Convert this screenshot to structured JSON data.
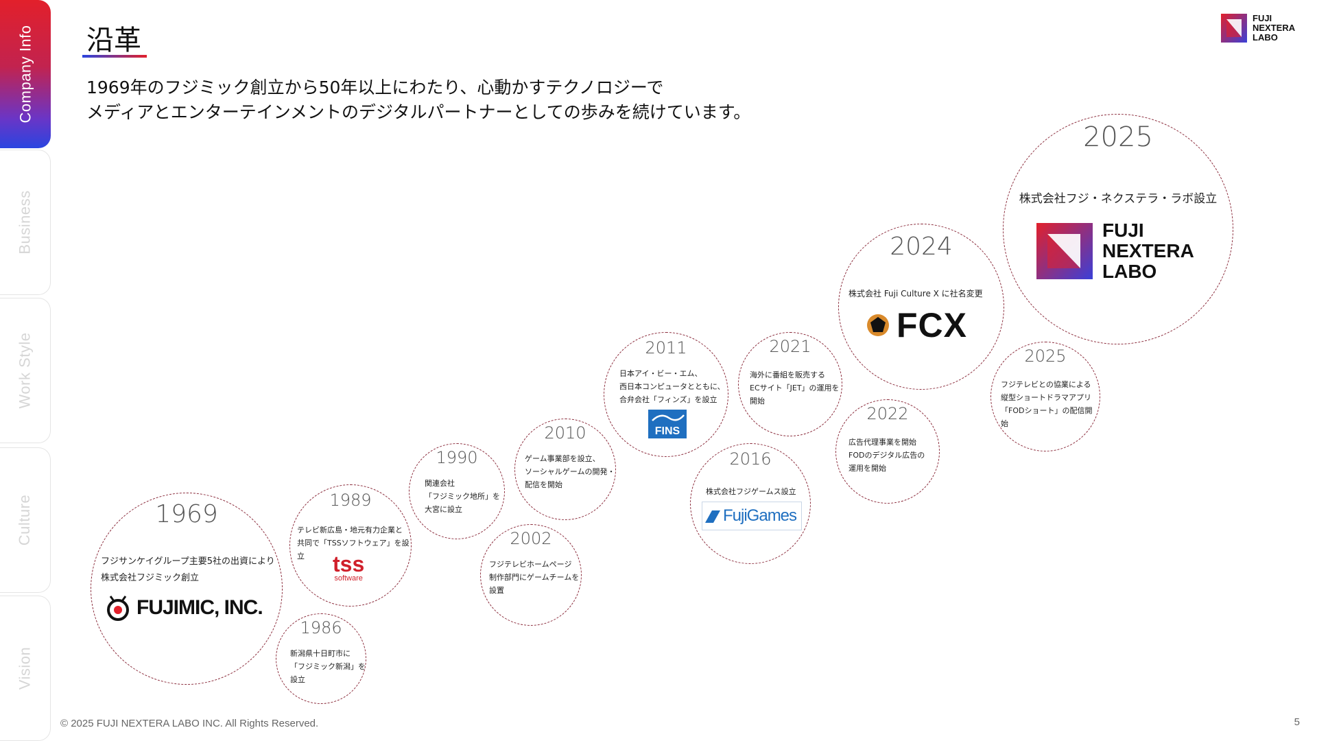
{
  "sidebar": {
    "tabs": [
      {
        "label": "Company Info",
        "active": true
      },
      {
        "label": "Business",
        "active": false
      },
      {
        "label": "Work Style",
        "active": false
      },
      {
        "label": "Culture",
        "active": false
      },
      {
        "label": "Vision",
        "active": false
      }
    ]
  },
  "header": {
    "title": "沿革",
    "lead_line1": "1969年のフジミック創立から50年以上にわたり、心動かすテクノロジーで",
    "lead_line2": "メディアとエンターテインメントのデジタルパートナーとしての歩みを続けています。",
    "logo_text": [
      "FUJI",
      "NEXTERA",
      "LABO"
    ]
  },
  "timeline": {
    "e1969": {
      "year": "1969",
      "l1": "フジサンケイグループ主要5社の出資により",
      "l2": "株式会社フジミック創立",
      "logo": "FUJIMIC, INC."
    },
    "e1986": {
      "year": "1986",
      "l1": "新潟県十日町市に",
      "l2": "「フジミック新潟」を",
      "l3": "設立"
    },
    "e1989": {
      "year": "1989",
      "l1": "テレビ新広島・地元有力企業と",
      "l2": "共同で「TSSソフトウェア」を設立",
      "logo_main": "tss",
      "logo_sub": "software"
    },
    "e1990": {
      "year": "1990",
      "l1": "関連会社",
      "l2": "「フジミック地所」を",
      "l3": "大宮に設立"
    },
    "e2002": {
      "year": "2002",
      "l1": "フジテレビホームページ",
      "l2": "制作部門にゲームチームを",
      "l3": "設置"
    },
    "e2010": {
      "year": "2010",
      "l1": "ゲーム事業部を設立、",
      "l2": "ソーシャルゲームの開発・",
      "l3": "配信を開始"
    },
    "e2011": {
      "year": "2011",
      "l1": "日本アイ・ビー・エム、",
      "l2": "西日本コンピュータとともに、",
      "l3": "合弁会社「フィンズ」を設立",
      "logo": "FINS"
    },
    "e2016": {
      "year": "2016",
      "l1": "株式会社フジゲームス設立",
      "logo": "FujiGames"
    },
    "e2021": {
      "year": "2021",
      "l1": "海外に番組を販売する",
      "l2": "ECサイト「JET」の運用を",
      "l3": "開始"
    },
    "e2022": {
      "year": "2022",
      "l1": "広告代理事業を開始",
      "l2": "FODのデジタル広告の",
      "l3": "運用を開始"
    },
    "e2024": {
      "year": "2024",
      "l1": "株式会社 Fuji Culture X に社名変更",
      "logo": "FCX"
    },
    "e2025a": {
      "year": "2025",
      "l1": "株式会社フジ・ネクステラ・ラボ設立",
      "logo": [
        "FUJI",
        "NEXTERA",
        "LABO"
      ]
    },
    "e2025b": {
      "year": "2025",
      "l1": "フジテレビとの協業による",
      "l2": "縦型ショートドラマアプリ",
      "l3": "「FODショート」の配信開始"
    }
  },
  "footer": {
    "copyright": "© 2025 FUJI NEXTERA LABO INC. All Rights Reserved.",
    "page": "5"
  },
  "colors": {
    "accent_red": "#e2202b",
    "accent_blue": "#2a45e0",
    "bubble_border": "#8a2a3a"
  }
}
